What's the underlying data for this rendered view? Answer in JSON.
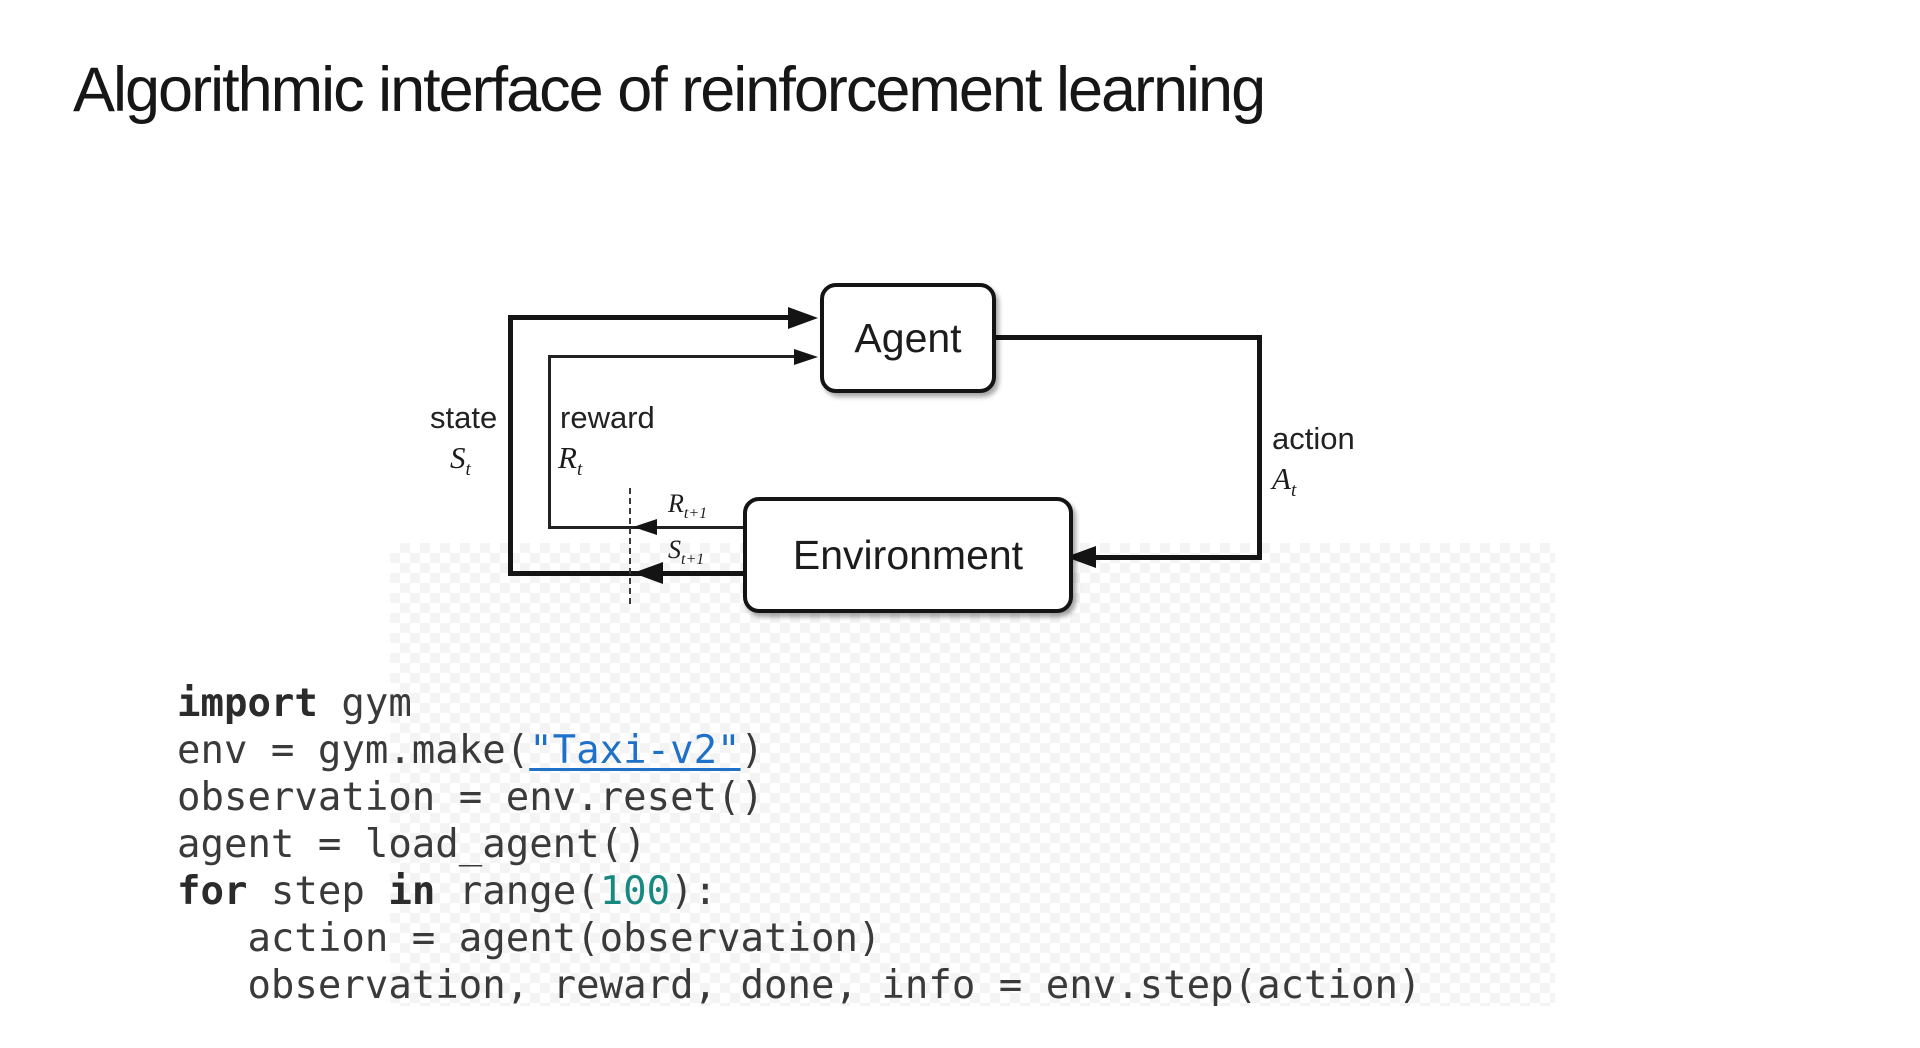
{
  "title": "Algorithmic interface of reinforcement learning",
  "diagram": {
    "agent_box": "Agent",
    "environment_box": "Environment",
    "labels": {
      "state": "state",
      "reward": "reward",
      "action": "action"
    },
    "symbols": {
      "state": {
        "base": "S",
        "sub": "t"
      },
      "reward": {
        "base": "R",
        "sub": "t"
      },
      "action": {
        "base": "A",
        "sub": "t"
      },
      "next_reward": {
        "base": "R",
        "sub": "t+1"
      },
      "next_state": {
        "base": "S",
        "sub": "t+1"
      }
    }
  },
  "code": {
    "lines": [
      {
        "tokens": [
          {
            "text": "import",
            "style": "keyword"
          },
          {
            "text": " gym",
            "style": "plain"
          }
        ]
      },
      {
        "tokens": [
          {
            "text": "env = gym.make(",
            "style": "plain"
          },
          {
            "text": "\"Taxi-v2\"",
            "style": "link"
          },
          {
            "text": ")",
            "style": "plain"
          }
        ]
      },
      {
        "tokens": [
          {
            "text": "observation = env.reset()",
            "style": "plain"
          }
        ]
      },
      {
        "tokens": [
          {
            "text": "agent = load_agent()",
            "style": "plain"
          }
        ]
      },
      {
        "tokens": [
          {
            "text": "for",
            "style": "keyword"
          },
          {
            "text": " step ",
            "style": "plain"
          },
          {
            "text": "in",
            "style": "keyword"
          },
          {
            "text": " range(",
            "style": "plain"
          },
          {
            "text": "100",
            "style": "number"
          },
          {
            "text": "):",
            "style": "plain"
          }
        ]
      },
      {
        "tokens": [
          {
            "text": "   action = agent(observation)",
            "style": "plain"
          }
        ]
      },
      {
        "tokens": [
          {
            "text": "   observation, reward, done, info = env.step(action)",
            "style": "plain"
          }
        ]
      }
    ]
  },
  "colors": {
    "background": "#ffffff",
    "title_text": "#161616",
    "diagram_ink": "#141414",
    "code_text": "#3a3a3a",
    "code_keyword": "#2b2b2b",
    "code_link_blue": "#1e70c8",
    "code_number_teal": "#178980"
  }
}
